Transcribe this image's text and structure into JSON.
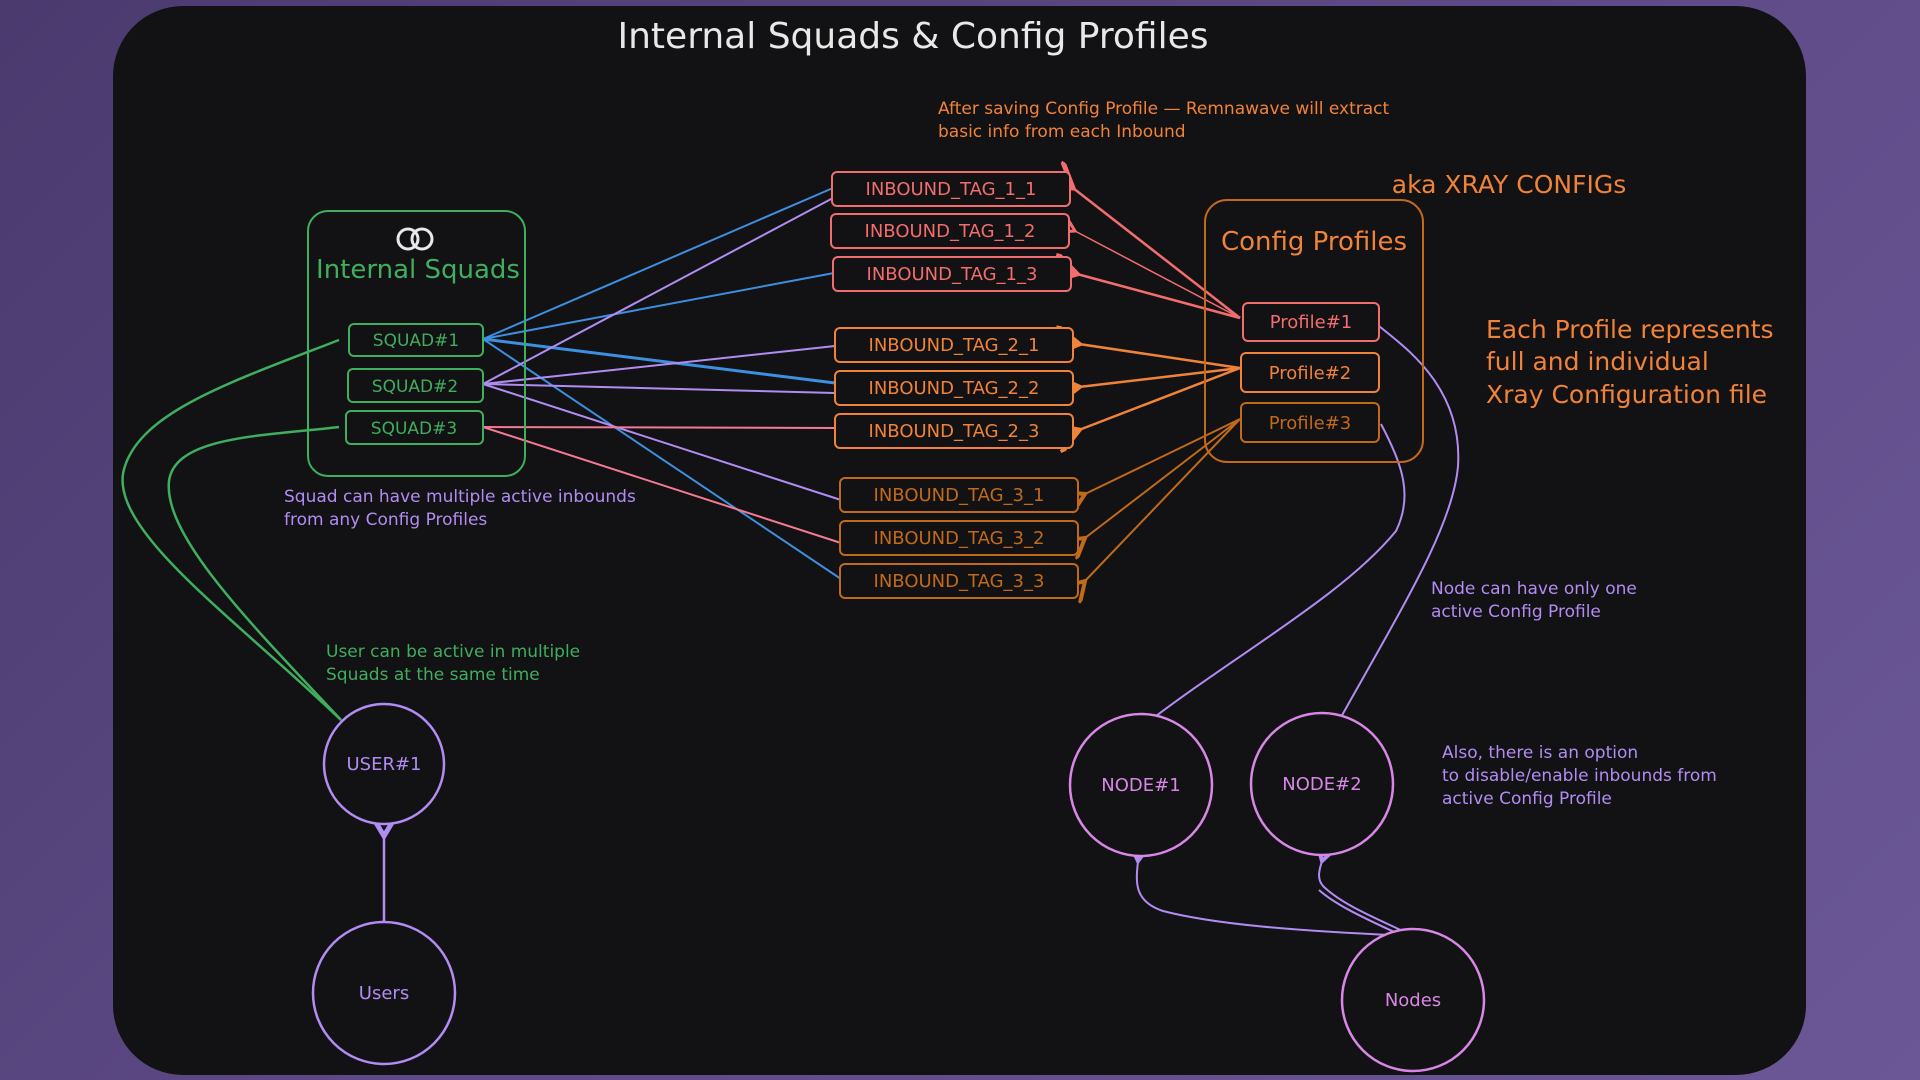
{
  "title": "Internal Squads & Config Profiles",
  "colors": {
    "green": "#3fae5e",
    "purple": "#b18cf2",
    "blue": "#3d8fe0",
    "pink": "#f27a93",
    "salmon": "#f26d6d",
    "orange": "#f0833a",
    "brown": "#c06a1a",
    "magenta": "#d887e6",
    "white": "#e8e8e8"
  },
  "squads_group": {
    "title": "Internal Squads",
    "icon": "link-rings-icon"
  },
  "squads": [
    "SQUAD#1",
    "SQUAD#2",
    "SQUAD#3"
  ],
  "inbounds": [
    "INBOUND_TAG_1_1",
    "INBOUND_TAG_1_2",
    "INBOUND_TAG_1_3",
    "INBOUND_TAG_2_1",
    "INBOUND_TAG_2_2",
    "INBOUND_TAG_2_3",
    "INBOUND_TAG_3_1",
    "INBOUND_TAG_3_2",
    "INBOUND_TAG_3_3"
  ],
  "profiles_group": {
    "title": "Config Profiles",
    "aka": "aka XRAY CONFIGs"
  },
  "profiles": [
    "Profile#1",
    "Profile#2",
    "Profile#3"
  ],
  "nodes": {
    "users": "Users",
    "user1": "USER#1",
    "node1": "NODE#1",
    "node2": "NODE#2",
    "nodes": "Nodes"
  },
  "notes": {
    "after_saving": [
      "After saving Config Profile — Remnawave will extract",
      "basic info from each Inbound"
    ],
    "each_profile": [
      "Each Profile represents",
      "full and individual",
      "Xray Configuration file"
    ],
    "squad_inbounds": [
      "Squad can have multiple active inbounds",
      "from any Config Profiles"
    ],
    "user_squads": [
      "User can be active in multiple",
      "Squads at the same time"
    ],
    "node_profile": [
      "Node can have only one",
      "active Config Profile"
    ],
    "also_option": [
      "Also, there is an option",
      "to disable/enable inbounds from",
      "active Config Profile"
    ]
  }
}
